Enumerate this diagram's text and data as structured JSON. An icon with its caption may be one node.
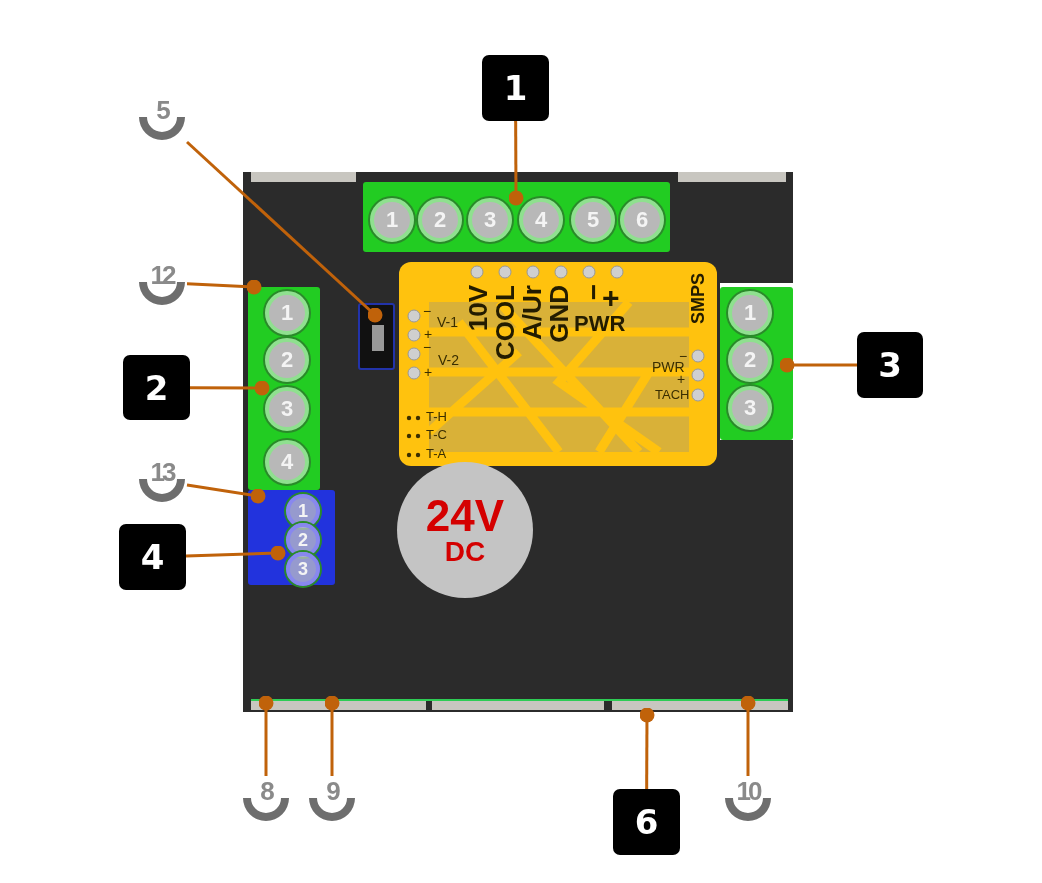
{
  "diagram": {
    "nodes": [
      {
        "text": [
          "1"
        ]
      },
      {
        "text": [
          "5"
        ]
      },
      {
        "text": [
          "1",
          "2",
          "3",
          "4",
          "5",
          "6"
        ]
      },
      {
        "text": [
          "12"
        ]
      },
      {
        "text": [],
        "shape": "box"
      },
      {
        "text": [
          "10V",
          "COOL",
          "A/Ur",
          "GND",
          "−",
          "+",
          "PWR",
          "SMPS",
          "−",
          "V-1",
          "+",
          "−",
          "V-2",
          "+",
          "−",
          "PWR",
          "+",
          "TACH",
          "T-H",
          "T-C",
          "T-A"
        ]
      },
      {
        "text": [
          "1",
          "2",
          "3"
        ]
      },
      {
        "text": [
          "3"
        ]
      },
      {
        "text": [
          "1",
          "2",
          "3",
          "4"
        ]
      },
      {
        "text": [
          "2"
        ]
      },
      {
        "text": [
          "13"
        ]
      },
      {
        "text": [
          "1",
          "2",
          "3"
        ]
      },
      {
        "text": [
          "4"
        ]
      },
      {
        "text": [
          "24V",
          "DC"
        ]
      },
      {
        "text": [
          "8"
        ]
      },
      {
        "text": [
          "9"
        ]
      },
      {
        "text": [
          "6"
        ]
      },
      {
        "text": [
          "10"
        ]
      }
    ],
    "edges": [
      {
        "from": 0,
        "to": 2,
        "arrow": "other"
      },
      {
        "from": 1,
        "to": 4,
        "arrow": "other"
      },
      {
        "from": 3,
        "to": 8,
        "arrow": "other"
      },
      {
        "from": 7,
        "to": 6,
        "arrow": "other"
      },
      {
        "from": 9,
        "to": 8,
        "arrow": "other"
      },
      {
        "from": 10,
        "to": 11,
        "arrow": "other"
      },
      {
        "from": 12,
        "to": 11,
        "arrow": "other"
      },
      {
        "from": 14,
        "to": null,
        "arrow": "other"
      },
      {
        "from": 15,
        "to": null,
        "arrow": "other"
      },
      {
        "from": 16,
        "to": null,
        "arrow": "other"
      },
      {
        "from": 17,
        "to": null,
        "arrow": "other"
      }
    ]
  }
}
